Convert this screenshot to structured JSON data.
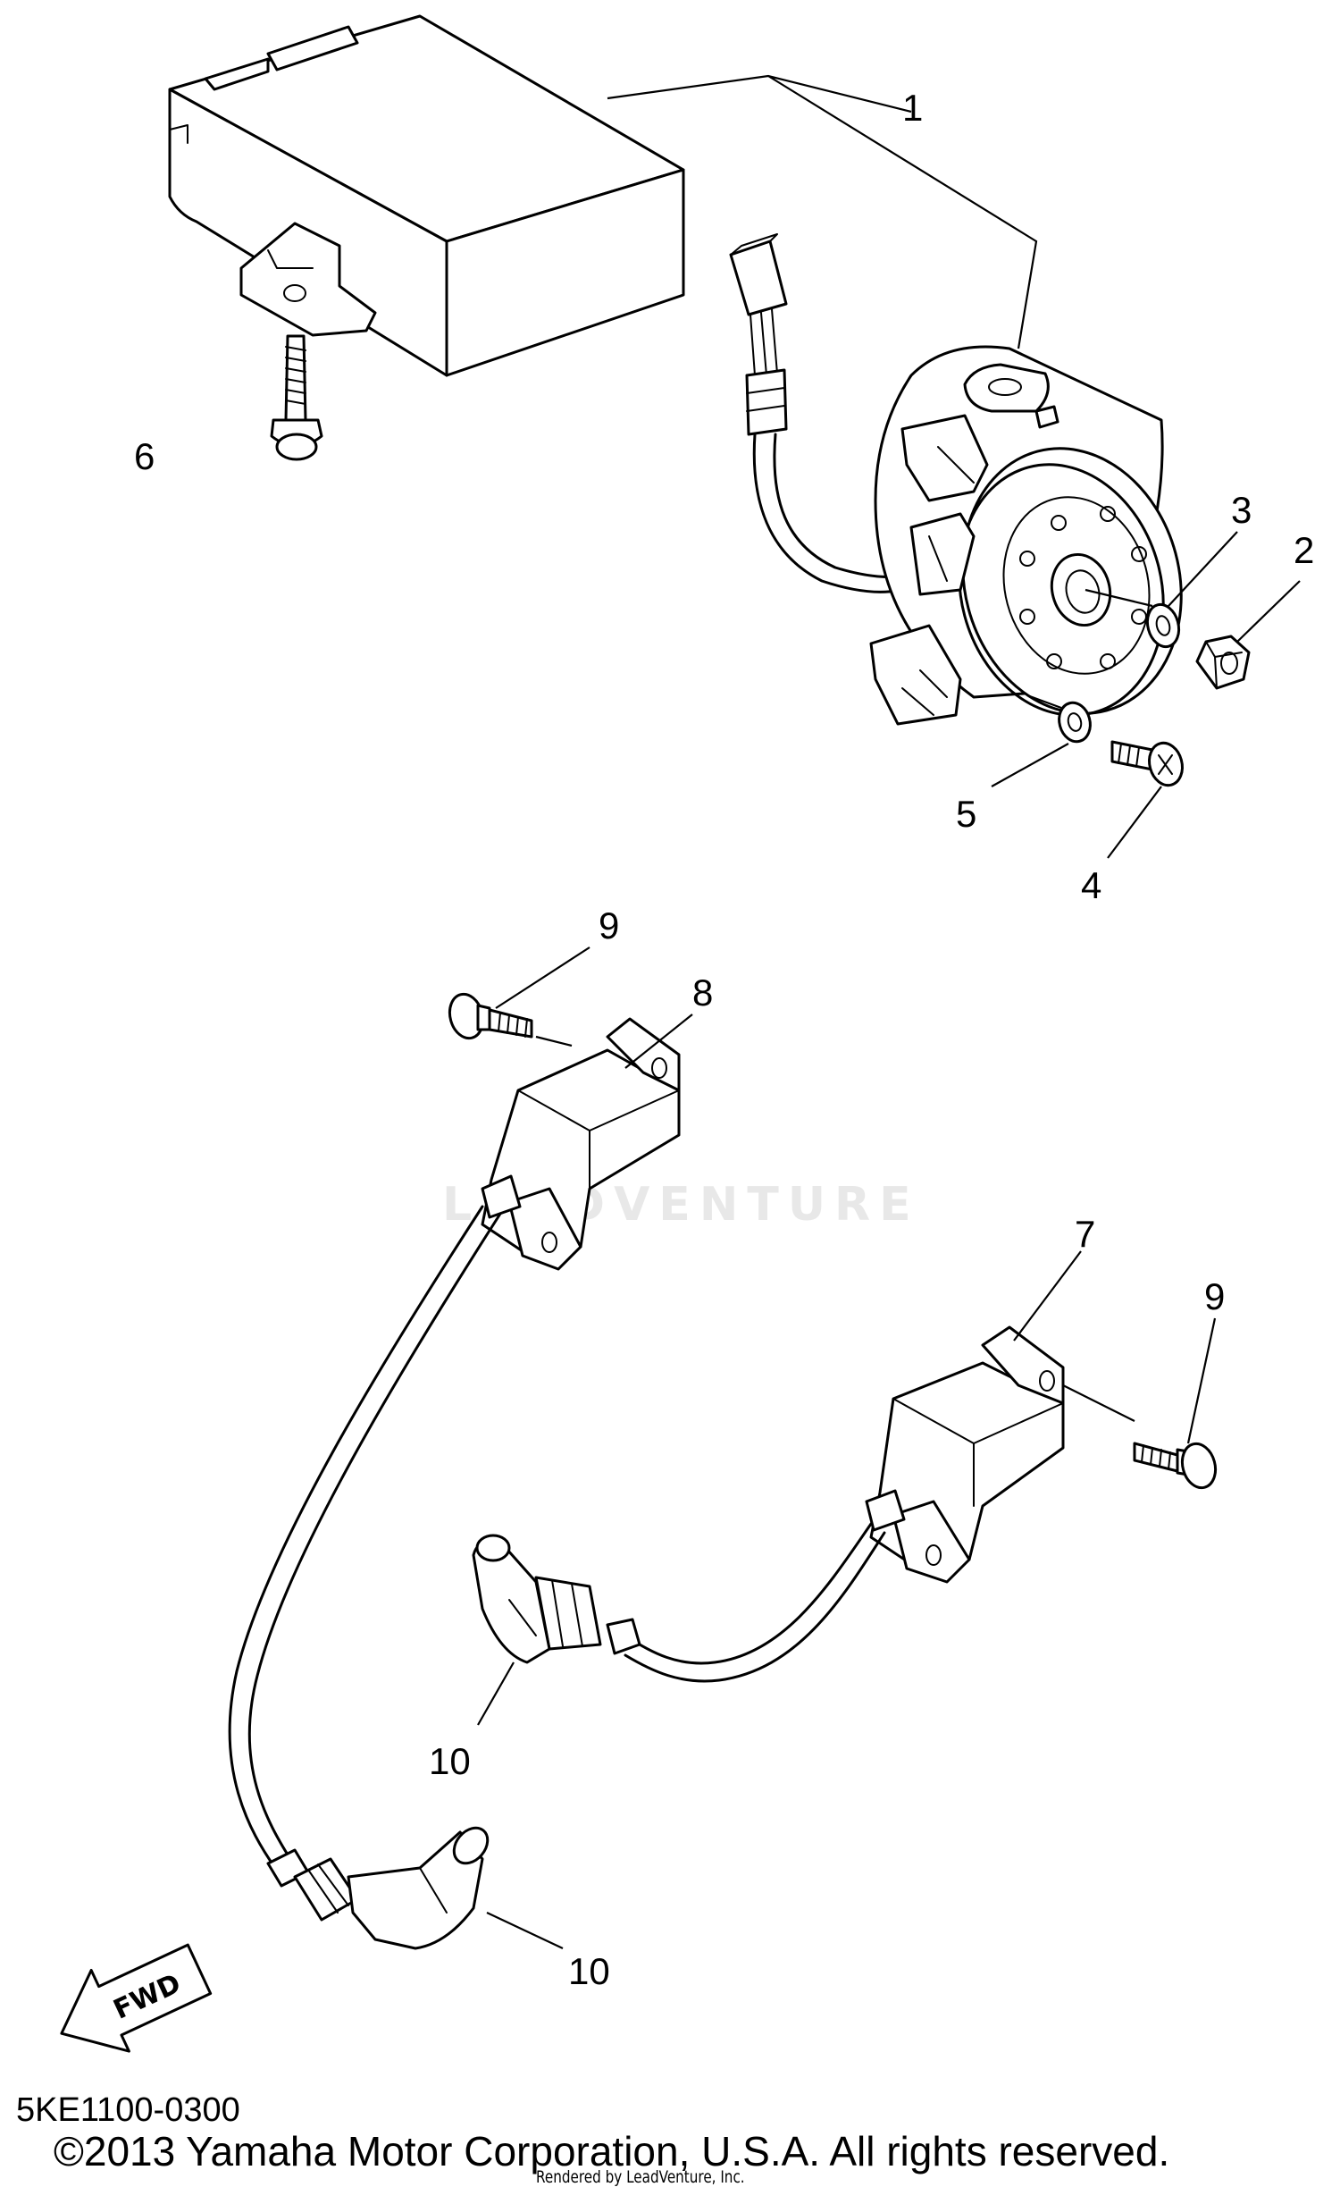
{
  "diagram_code": "5KE1100-0300",
  "copyright": "©2013 Yamaha Motor Corporation, U.S.A. All rights reserved.",
  "rendered_by": "Rendered by LeadVenture, Inc.",
  "watermark": "LEADVENTURE",
  "fwd_label": "FWD",
  "callouts": {
    "c1": "1",
    "c2": "2",
    "c3": "3",
    "c4": "4",
    "c5": "5",
    "c6": "6",
    "c7": "7",
    "c8": "8",
    "c9a": "9",
    "c9b": "9",
    "c10a": "10",
    "c10b": "10"
  }
}
